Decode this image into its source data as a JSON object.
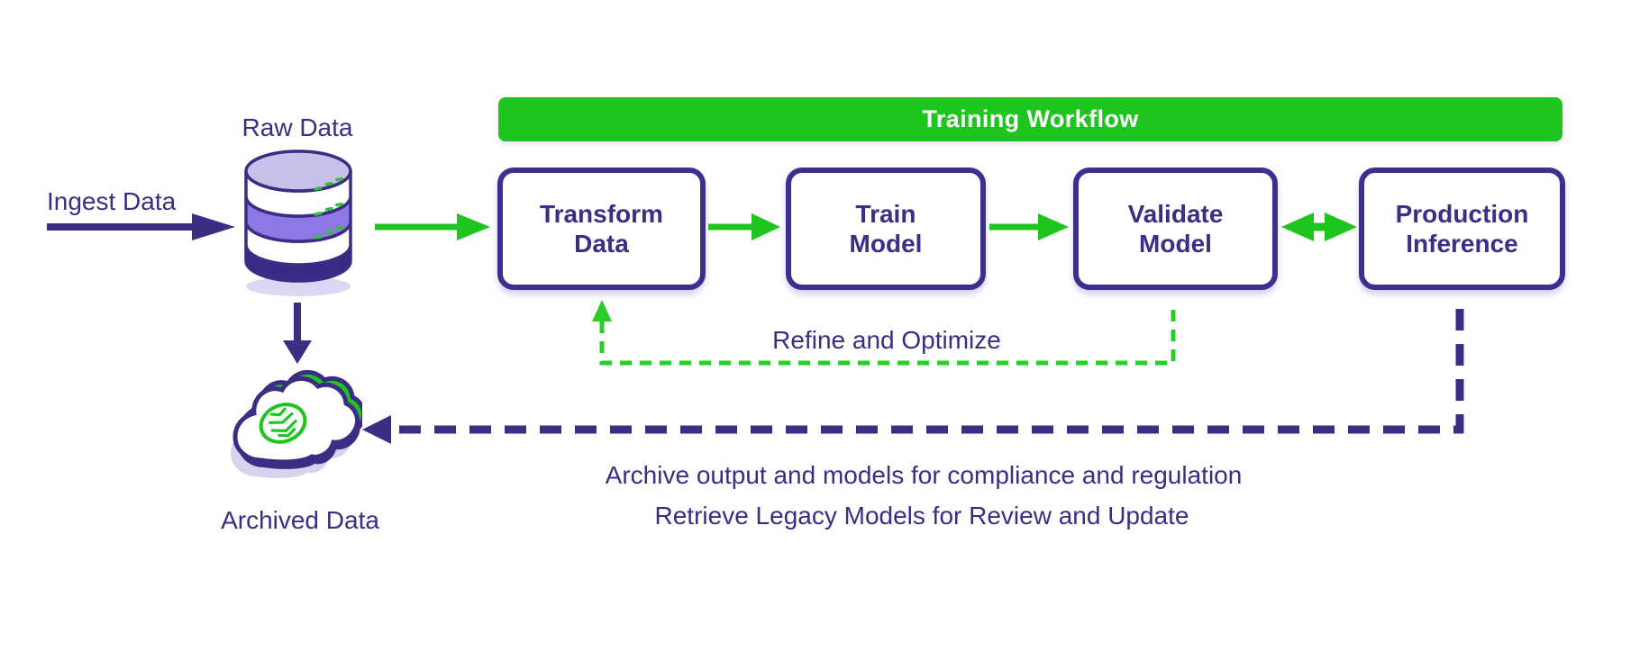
{
  "diagram": {
    "banner": {
      "label": "Training Workflow"
    },
    "nodes": [
      {
        "id": "transform-data",
        "lines": [
          "Transform",
          "Data"
        ]
      },
      {
        "id": "train-model",
        "lines": [
          "Train",
          "Model"
        ]
      },
      {
        "id": "validate-model",
        "lines": [
          "Validate",
          "Model"
        ]
      },
      {
        "id": "production-inference",
        "lines": [
          "Production",
          "Inference"
        ]
      }
    ],
    "labels": {
      "ingest": "Ingest Data",
      "raw_data": "Raw Data",
      "archived_data": "Archived Data",
      "refine": "Refine and Optimize",
      "archive_note_line1": "Archive output and models for compliance and regulation",
      "archive_note_line2": "Retrieve Legacy Models for Review and Update"
    },
    "edges": [
      {
        "from": "ingest",
        "to": "raw-data",
        "style": "solid-purple-arrow",
        "label": "Ingest Data"
      },
      {
        "from": "raw-data",
        "to": "transform-data",
        "style": "solid-green-arrow"
      },
      {
        "from": "transform-data",
        "to": "train-model",
        "style": "solid-green-arrow"
      },
      {
        "from": "train-model",
        "to": "validate-model",
        "style": "solid-green-arrow"
      },
      {
        "from": "validate-model",
        "to": "production-inference",
        "style": "double-green-arrow"
      },
      {
        "from": "validate-model",
        "to": "transform-data",
        "style": "dashed-green-arrow",
        "label": "Refine and Optimize"
      },
      {
        "from": "raw-data",
        "to": "archived-data",
        "style": "solid-purple-arrow"
      },
      {
        "from": "production-inference",
        "to": "archived-data",
        "style": "dashed-purple-arrow"
      }
    ],
    "icons": {
      "raw_data": "database-icon",
      "archived_data": "archive-cloud-icon"
    },
    "colors": {
      "green": "#1fc51f",
      "dashed_green": "#29cc29",
      "purple": "#3b2d84",
      "node_border": "#3e2e90",
      "db_band_purple": "#8f78e6",
      "db_cap_lavender": "#c8c0ea",
      "shadow_lavender": "#d9d2ef",
      "banner_text": "#ffffff"
    }
  }
}
